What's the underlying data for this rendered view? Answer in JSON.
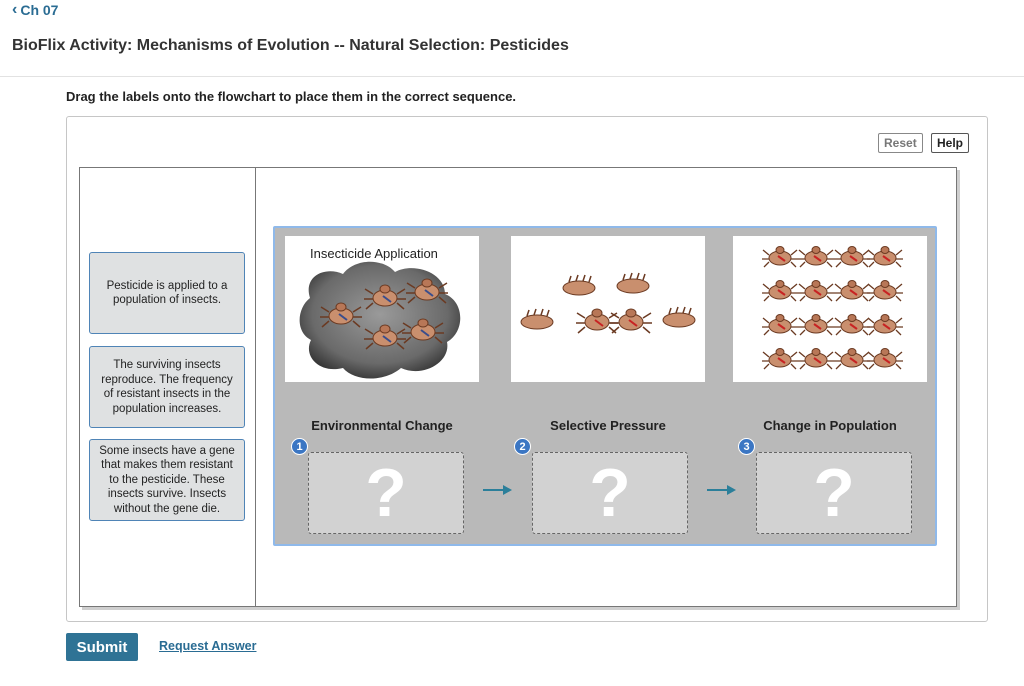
{
  "nav": {
    "back_label": "Ch 07"
  },
  "page": {
    "title": "BioFlix Activity: Mechanisms of Evolution -- Natural Selection: Pesticides",
    "instructions": "Drag the labels onto the flowchart to place them in the correct sequence."
  },
  "toolbar": {
    "reset_label": "Reset",
    "help_label": "Help"
  },
  "labels": [
    "Pesticide is applied to a population of insects.",
    "The surviving insects reproduce. The frequency of resistant insects in the population increases.",
    "Some insects have a gene that makes them resistant to the pesticide. These insects survive. Insects without the gene die."
  ],
  "flowchart": {
    "image_caption": "Insecticide Application",
    "steps": [
      {
        "number": "1",
        "title": "Environmental Change",
        "placeholder": "?"
      },
      {
        "number": "2",
        "title": "Selective Pressure",
        "placeholder": "?"
      },
      {
        "number": "3",
        "title": "Change in Population",
        "placeholder": "?"
      }
    ]
  },
  "footer": {
    "submit_label": "Submit",
    "request_answer_label": "Request Answer"
  },
  "colors": {
    "link": "#2a6c93",
    "submit_bg": "#2f7395",
    "step_badge": "#3b76c3",
    "label_border": "#4f84b6",
    "flow_border": "#8fb9ea"
  }
}
